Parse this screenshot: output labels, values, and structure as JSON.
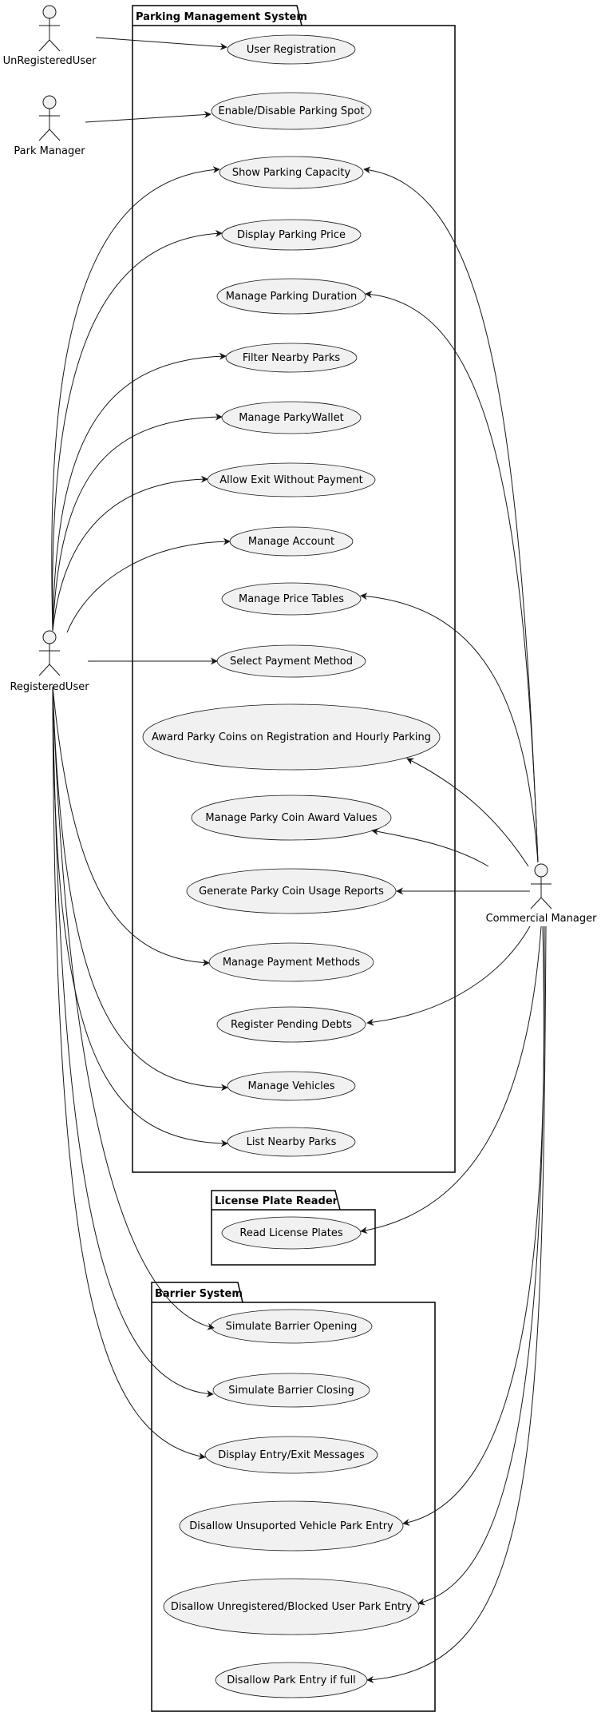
{
  "packages": {
    "parking": "Parking Management System",
    "plate": "License Plate Reader",
    "barrier": "Barrier System"
  },
  "actors": {
    "unregistered": "UnRegisteredUser",
    "park_manager": "Park Manager",
    "registered": "RegisteredUser",
    "commercial": "Commercial Manager"
  },
  "use_cases": {
    "user_registration": "User Registration",
    "enable_disable": "Enable/Disable Parking Spot",
    "show_capacity": "Show Parking Capacity",
    "display_price": "Display Parking Price",
    "manage_duration": "Manage Parking Duration",
    "filter_nearby": "Filter Nearby Parks",
    "manage_wallet": "Manage ParkyWallet",
    "allow_exit": "Allow Exit Without Payment",
    "manage_account": "Manage Account",
    "manage_price_tables": "Manage Price Tables",
    "select_payment": "Select Payment Method",
    "award_coins": "Award Parky Coins on Registration and Hourly Parking",
    "manage_award_values": "Manage Parky Coin Award Values",
    "generate_reports": "Generate Parky Coin Usage Reports",
    "manage_payment_methods": "Manage Payment Methods",
    "register_debts": "Register Pending Debts",
    "manage_vehicles": "Manage Vehicles",
    "list_nearby": "List Nearby Parks",
    "read_plates": "Read License Plates",
    "simulate_opening": "Simulate Barrier Opening",
    "simulate_closing": "Simulate Barrier Closing",
    "display_messages": "Display Entry/Exit Messages",
    "disallow_unsupported": "Disallow Unsuported Vehicle Park Entry",
    "disallow_unregistered": "Disallow Unregistered/Blocked User Park Entry",
    "disallow_full": "Disallow Park Entry if full"
  }
}
